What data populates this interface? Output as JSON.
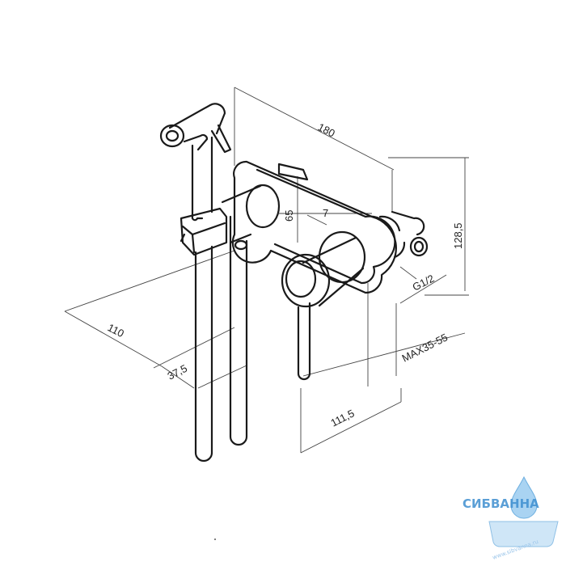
{
  "dimensions": {
    "overall_width": "180",
    "body_height": "65",
    "thread_offset": "7",
    "total_height": "128,5",
    "thread": "G1/2",
    "wall_depth": "MAX35-55",
    "projection": "110",
    "hose_offset": "37,5",
    "handle_depth": "111,5"
  },
  "watermark": {
    "brand": "СИБВАННА",
    "url": "www.sibvanna.ru",
    "accent": "#3f8fd0"
  }
}
